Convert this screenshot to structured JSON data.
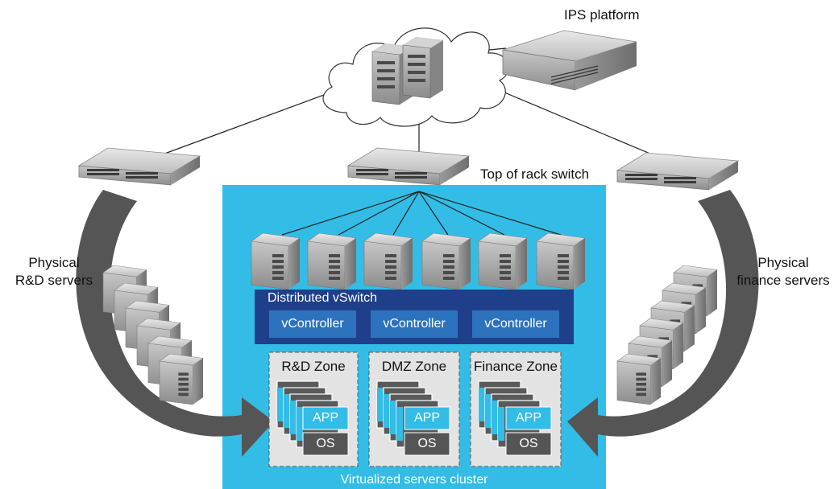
{
  "labels": {
    "ips_platform": "IPS platform",
    "top_of_rack": "Top of rack switch",
    "physical_rd": "Physical\nR&D servers",
    "physical_finance": "Physical\nfinance servers",
    "cluster": "Virtualized servers cluster",
    "vswitch": "Distributed vSwitch"
  },
  "vcontrollers": [
    "vController",
    "vController",
    "vController"
  ],
  "zones": [
    {
      "name": "R&D Zone",
      "app": "APP",
      "os": "OS"
    },
    {
      "name": "DMZ Zone",
      "app": "APP",
      "os": "OS"
    },
    {
      "name": "Finance Zone",
      "app": "APP",
      "os": "OS"
    }
  ],
  "colors": {
    "cluster_bg": "#33bde6",
    "vswitch_bg": "#1f3f8a",
    "vcontroller_bg": "#2d72bd",
    "zone_bg": "#e3e3e3",
    "app_bg": "#33bde6",
    "os_bg": "#555555",
    "arrow": "#555555",
    "device": "#9a9a9a"
  },
  "icons": [
    "cloud-icon",
    "rack-server-icon",
    "appliance-icon",
    "switch-icon",
    "tower-server-icon",
    "curved-arrow-icon"
  ]
}
